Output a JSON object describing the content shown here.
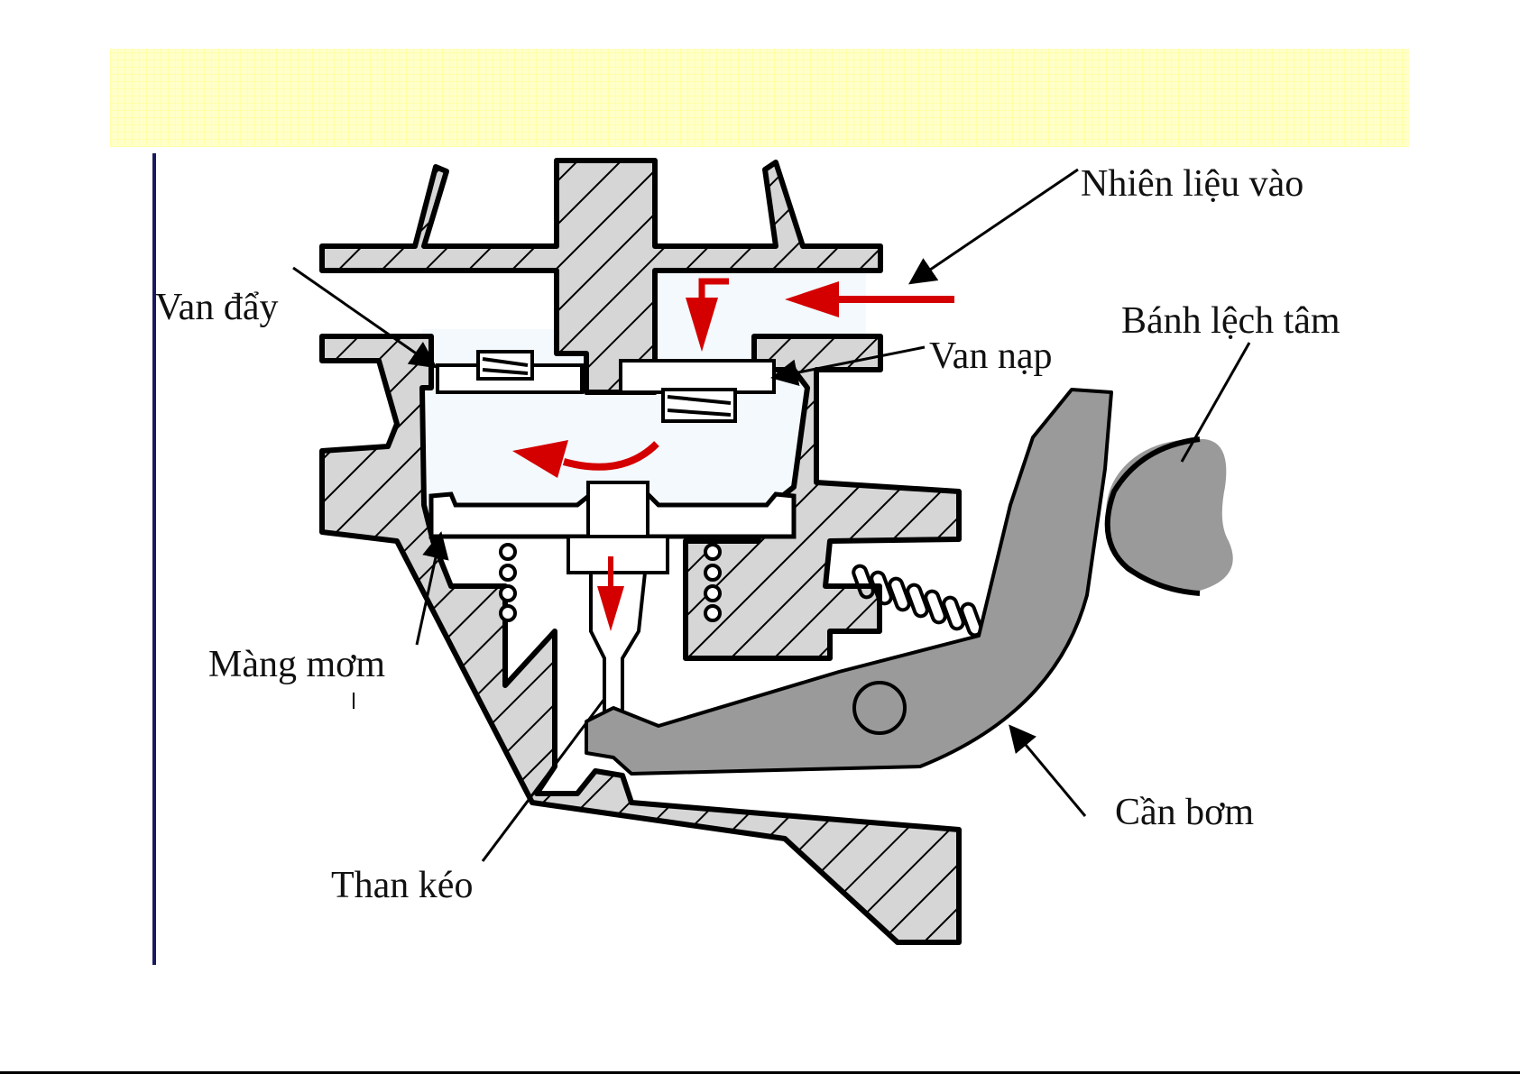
{
  "slide": {
    "title_banner_text": "",
    "banner_color": "#ffffc8",
    "accent_line_color": "#1a1a5e"
  },
  "diagram": {
    "subject": "Mechanical fuel pump cross-section",
    "colors": {
      "housing_fill": "#d6d6d6",
      "lever_fill": "#9a9a9a",
      "chamber_fill": "#f4f9fd",
      "flow_arrow": "#d40000",
      "outline": "#000000"
    },
    "labels": {
      "fuel_in": "Nhiên liệu vào",
      "outlet_valve": "Van đẩy",
      "inlet_valve": "Van nạp",
      "eccentric": "Bánh lệch tâm",
      "diaphragm": "Màng mơm",
      "pull_rod": "Than kéo",
      "pump_lever": "Cần bơm"
    },
    "flow_arrows": [
      "fuel-inflow",
      "inlet-down",
      "chamber-circulation",
      "rod-down"
    ]
  }
}
